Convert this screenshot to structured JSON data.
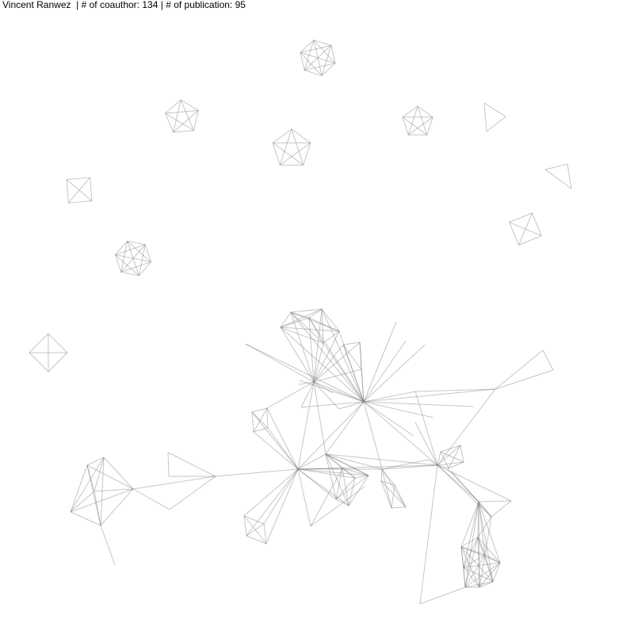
{
  "header": {
    "author": "Vincent Ranwez",
    "coauthor_label": "# of coauthor:",
    "coauthor_count": "134",
    "publication_label": "# of publication:",
    "publication_count": "95"
  },
  "graph": {
    "edge_color": "#777777",
    "background": "#ffffff"
  }
}
